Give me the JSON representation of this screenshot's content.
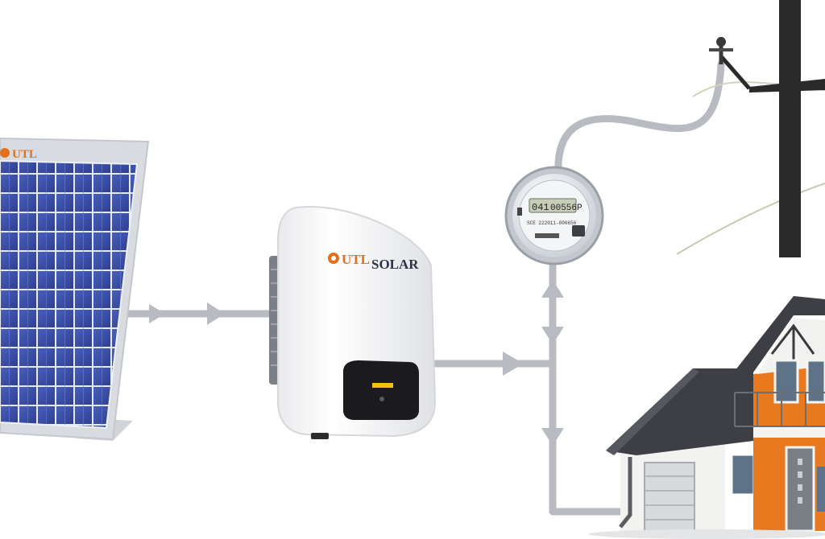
{
  "panel": {
    "brand": "UTL"
  },
  "inverter": {
    "brand_prefix": "UTL",
    "brand_suffix": "SOLAR"
  },
  "meter": {
    "reading_prefix": "041",
    "reading": "00556P",
    "serial": "SCE 222011-000656"
  },
  "colors": {
    "wire": "#b8bcc2",
    "panel_cell": "#3b4fa8",
    "panel_frame": "#d8dbe0",
    "brand_orange": "#e0701c",
    "pole": "#2a2a2a",
    "house_orange": "#e8791f",
    "roof": "#3d3f44"
  },
  "icons": [
    "solar-panel-icon",
    "inverter-icon",
    "electric-meter-icon",
    "utility-pole-icon",
    "house-icon",
    "flow-arrow-icon"
  ]
}
